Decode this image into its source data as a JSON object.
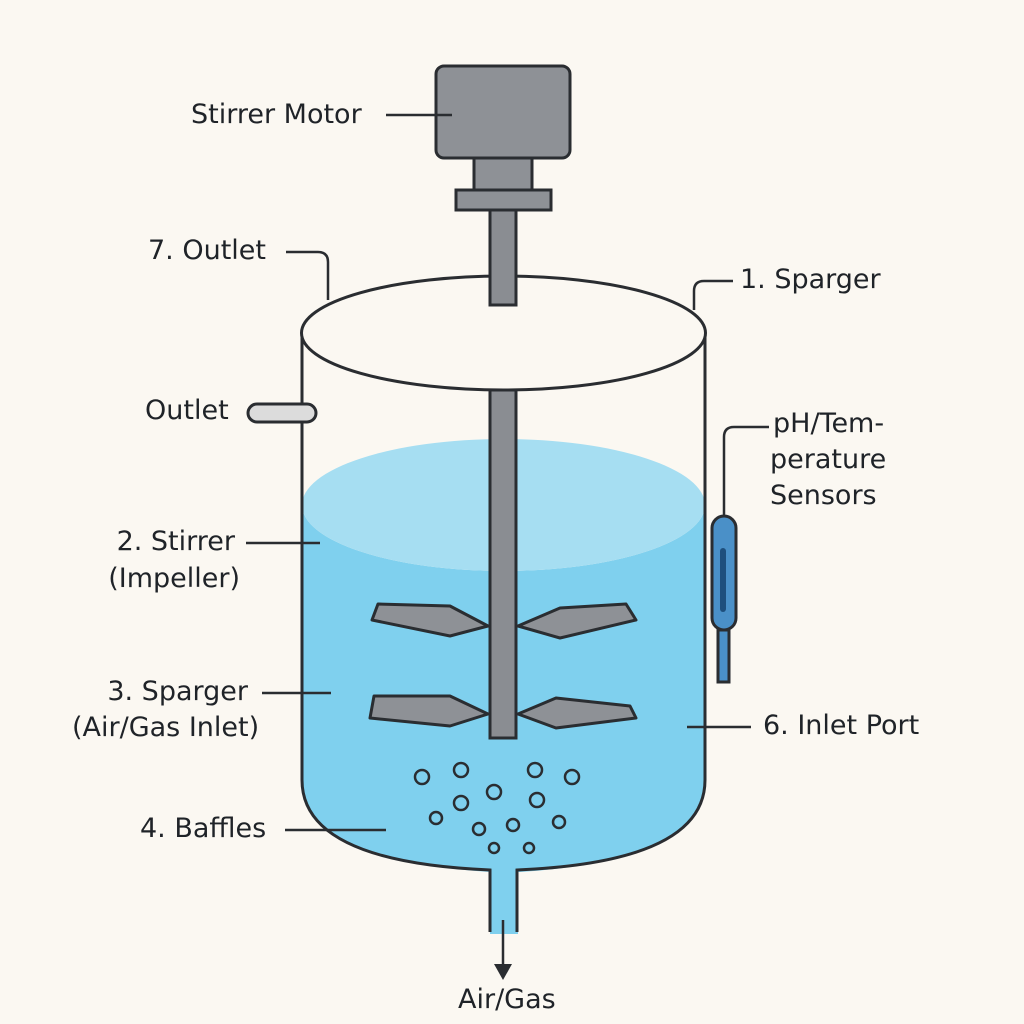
{
  "labels": {
    "stirrer_motor": "Stirrer Motor",
    "outlet_top": "7. Outlet",
    "sparger_top": "1. Sparger",
    "outlet_side": "Outlet",
    "sensors_line1": "pH/Tem-",
    "sensors_line2": "perature",
    "sensors_line3": "Sensors",
    "stirrer_line1": "2. Stirrer",
    "stirrer_line2": "(Impeller)",
    "sparger_line1": "3. Sparger",
    "sparger_line2": "(Air/Gas Inlet)",
    "inlet_port": "6. Inlet Port",
    "baffles": "4. Baffles",
    "air_gas": "Air/Gas"
  },
  "colors": {
    "background": "#fbf8f2",
    "motor": "#8e9196",
    "shaft": "#8a8d92",
    "liquid": "#7fd0ee",
    "liquid_surface": "#a6def2",
    "sensor": "#4a90c8",
    "outline": "#2a2d31"
  },
  "icons": {
    "outlet_bottom": "arrow-down-icon",
    "gas_bubbles": "bubble-icon"
  }
}
